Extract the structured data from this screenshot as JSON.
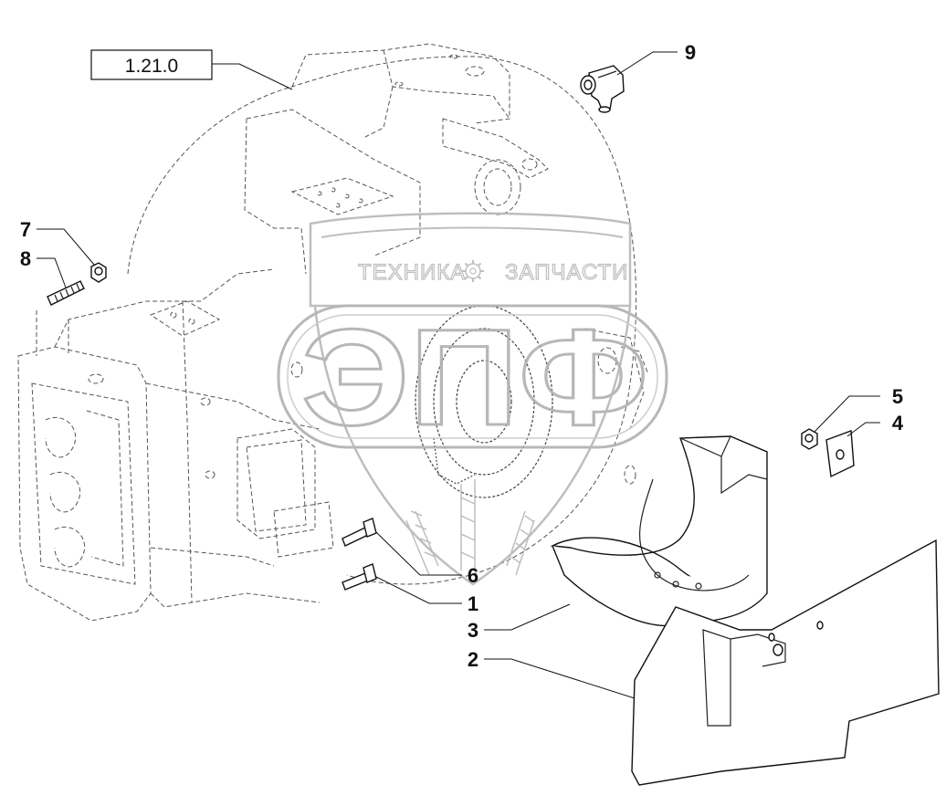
{
  "reference_box": {
    "label": "1.21.0"
  },
  "callouts": [
    {
      "id": "c9",
      "label": "9"
    },
    {
      "id": "c7",
      "label": "7"
    },
    {
      "id": "c8",
      "label": "8"
    },
    {
      "id": "c5",
      "label": "5"
    },
    {
      "id": "c4",
      "label": "4"
    },
    {
      "id": "c6",
      "label": "6"
    },
    {
      "id": "c1",
      "label": "1"
    },
    {
      "id": "c3",
      "label": "3"
    },
    {
      "id": "c2",
      "label": "2"
    }
  ],
  "watermark": {
    "left_word": "ТЕХНИКА",
    "right_word": "ЗАПЧАСТИ",
    "logo_letters": "ЭПФ"
  },
  "colors": {
    "line": "#111111",
    "housing": "#555555",
    "watermark": "#b0b0b0",
    "background": "#ffffff"
  }
}
